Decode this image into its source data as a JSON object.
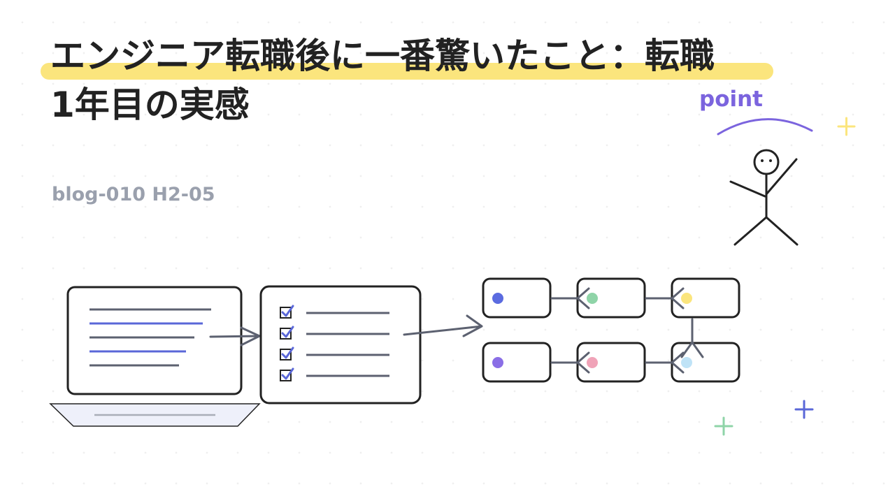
{
  "title": {
    "line1": "エンジニア転職後に一番驚いたこと：転職",
    "line2": "1年目の実感"
  },
  "meta": "blog-010  H2-05",
  "point_label": "point",
  "colors": {
    "text": "#222222",
    "meta": "#9aa0ad",
    "highlight": "#fbe57d",
    "accent_purple": "#7b64de",
    "accent_blue": "#5a67d8",
    "stroke": "#5c6170",
    "dot_blue": "#5b6be0",
    "dot_green": "#8fd4a8",
    "dot_yellow": "#fbe57d",
    "dot_purple": "#8a6ee6",
    "dot_pink": "#f0a3b8",
    "dot_lightblue": "#bfe3f7"
  },
  "icons": [
    "laptop-icon",
    "checklist-icon",
    "checkmark-icon",
    "stick-figure-icon",
    "plus-icon",
    "node-dot-icon"
  ]
}
